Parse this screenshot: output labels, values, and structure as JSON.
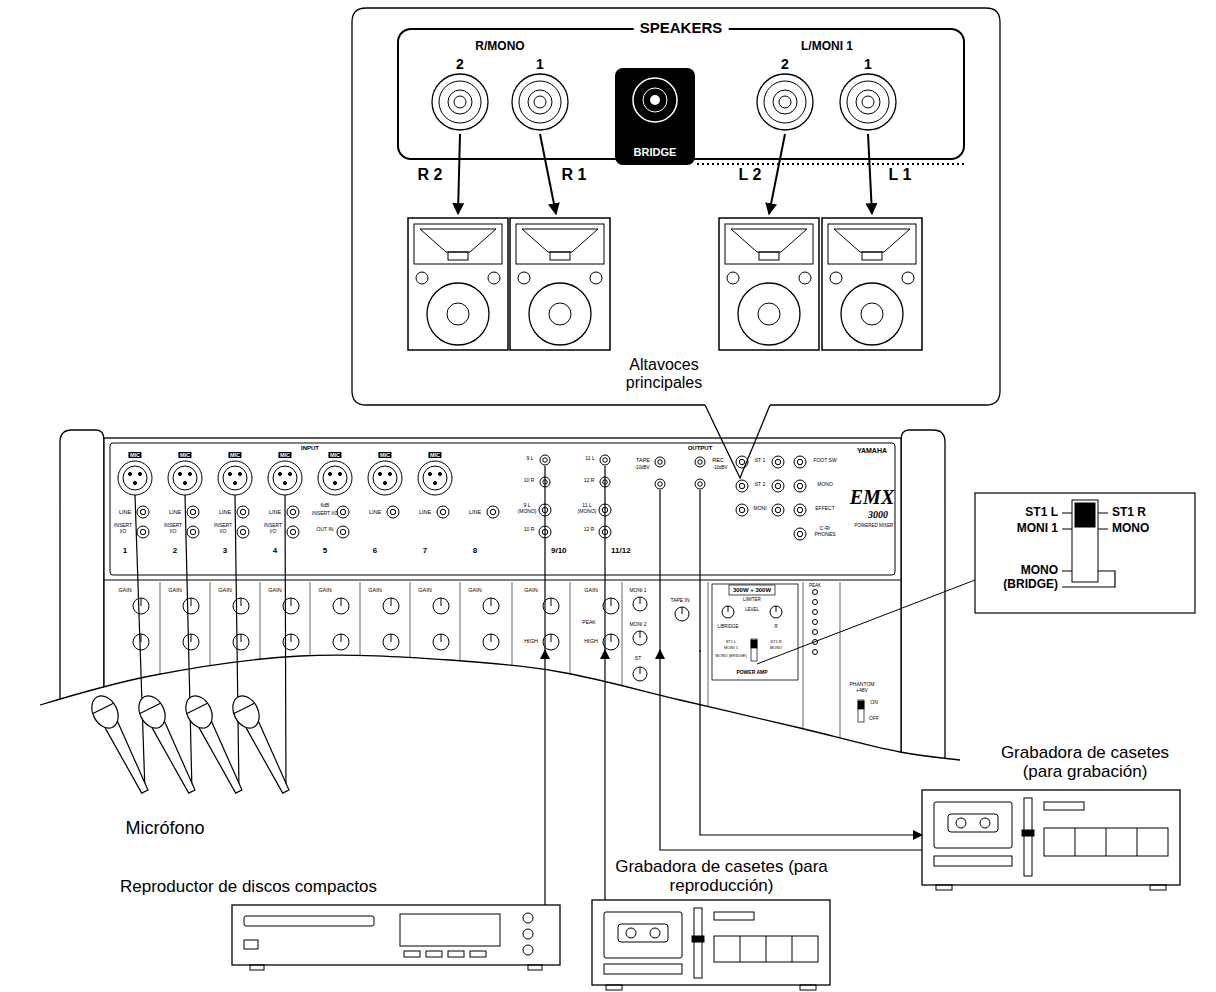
{
  "diagram": {
    "nodes": [
      {
        "text": [
          "SPEAKERS"
        ]
      },
      {
        "text": [
          "2"
        ],
        "in": 0
      },
      {
        "text": [
          "1"
        ],
        "in": 0
      },
      {
        "text": [
          "BRIDGE"
        ],
        "in": 0
      },
      {
        "text": [
          "2"
        ],
        "in": 0
      },
      {
        "text": [
          "1"
        ],
        "in": 0
      },
      {
        "text": [
          "YAMAHA",
          "EMX",
          "3000",
          "POWERED MIXER"
        ]
      },
      {
        "text": [
          "Grabadora de casetes (para grabación)"
        ]
      },
      {
        "text": [
          "Grabadora de casetes (para reproducción)"
        ]
      },
      {
        "text": [
          "Reproductor de discos compactos"
        ]
      }
    ],
    "edges": [
      {
        "from": 6,
        "to": 7,
        "arrow": "to"
      },
      {
        "from": 7,
        "to": 6,
        "arrow": "to"
      },
      {
        "from": 8,
        "to": 6,
        "arrow": "to"
      },
      {
        "from": 9,
        "to": 6,
        "arrow": "to"
      }
    ],
    "labels": [
      "R/MONO",
      "L/MONI 1",
      "R 2",
      "R 1",
      "L 2",
      "L 1",
      "Altavoces principales",
      "INPUT",
      "MIC",
      "MIC",
      "MIC",
      "MIC",
      "MIC",
      "MIC",
      "MIC",
      "LINE",
      "LINE",
      "LINE",
      "LINE",
      "LINE",
      "LINE",
      "LINE",
      "INSERT I/O",
      "INSERT I/O",
      "INSERT I/O",
      "INSERT I/O",
      "6dB",
      "INSERT I/O",
      "OUT IN",
      "1",
      "2",
      "3",
      "4",
      "5",
      "6",
      "7",
      "8",
      "9 L",
      "10 R",
      "11 L",
      "12 R",
      "9 L (MONO)",
      "10 R",
      "11 L (MONO)",
      "12 R",
      "9/10",
      "11/12",
      "OUTPUT",
      "TAPE",
      "-10dBV",
      "REC",
      "-10dBV",
      "ST 1",
      "ST 2",
      "MONI",
      "FOOT SW",
      "MONO",
      "EFFECT",
      "C-R/ PHONES",
      "GAIN",
      "GAIN",
      "GAIN",
      "GAIN",
      "GAIN",
      "GAIN",
      "GAIN",
      "GAIN",
      "GAIN",
      "GAIN",
      "PEAK",
      "HIGH",
      "HIGH",
      "MONI 1",
      "MONI 2",
      "ST",
      "TAPE IN",
      "300W + 300W",
      "LIMITER",
      "LEVEL",
      "L/BRIDGE",
      "R",
      "ST1 L",
      "MONI 1",
      "ST1 R",
      "MONO",
      "MONO (BRIDGE)",
      "POWER AMP",
      "PEAK",
      "PHANTOM +48V",
      "ON",
      "OFF",
      "ST1 L",
      "MONI 1",
      "ST1 R",
      "MONO",
      "MONO (BRIDGE)",
      "Micrófono"
    ]
  }
}
